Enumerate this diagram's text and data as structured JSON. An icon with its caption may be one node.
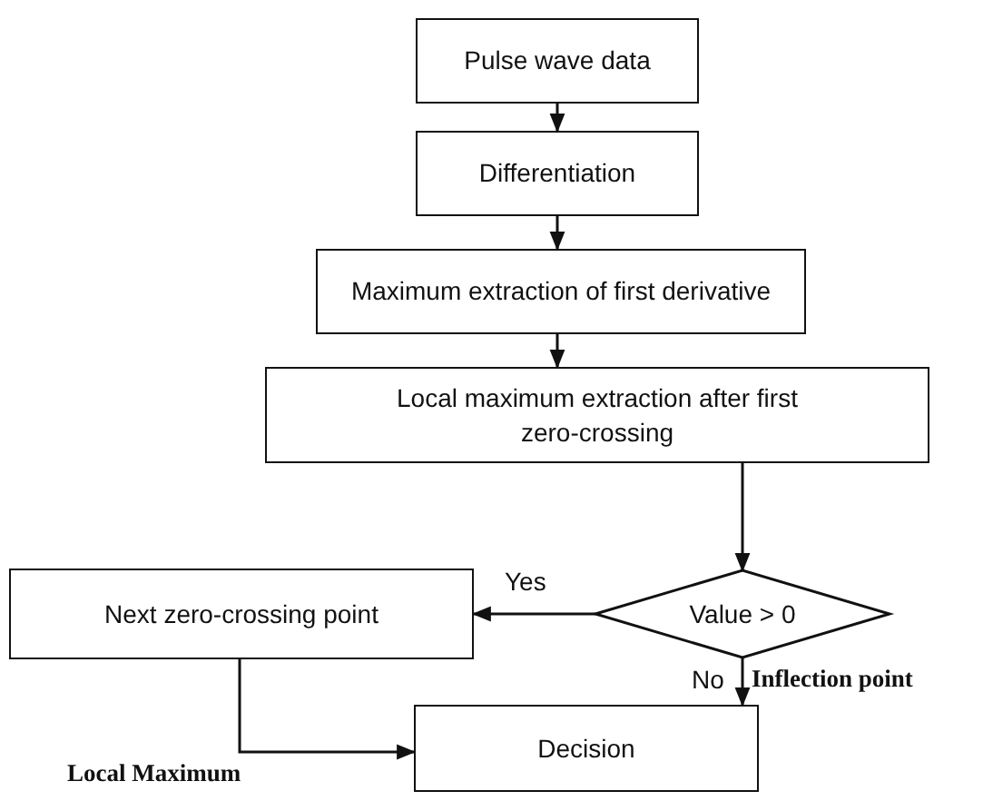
{
  "diagram": {
    "nodes": [
      {
        "text": [
          "Pulse wave data"
        ]
      },
      {
        "text": [
          "Differentiation"
        ]
      },
      {
        "text": [
          "Maximum extraction of first derivative"
        ]
      },
      {
        "text": [
          "Local maximum extraction after first zero-crossing"
        ]
      },
      {
        "text": [
          "Value > 0"
        ]
      },
      {
        "text": [
          "Next zero-crossing point"
        ]
      },
      {
        "text": [
          "Decision"
        ]
      }
    ],
    "edges": [
      {
        "from": 0,
        "to": 1,
        "arrow": "to"
      },
      {
        "from": 1,
        "to": 2,
        "arrow": "to"
      },
      {
        "from": 2,
        "to": 3,
        "arrow": "to"
      },
      {
        "from": 3,
        "to": 4,
        "arrow": "to"
      },
      {
        "from": 4,
        "to": 5,
        "arrow": "to",
        "label": "Yes"
      },
      {
        "from": 4,
        "to": 6,
        "arrow": "to",
        "label": "No"
      },
      {
        "from": 5,
        "to": 6,
        "arrow": "to"
      }
    ],
    "labels": [
      "Inflection point",
      "Local Maximum"
    ]
  }
}
